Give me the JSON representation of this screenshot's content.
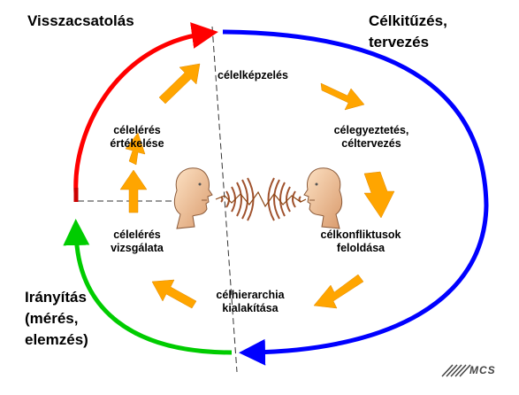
{
  "corners": {
    "top_left": "Visszacsatolás",
    "top_right_1": "Célkitűzés,",
    "top_right_2": "tervezés",
    "bottom_left_1": "Irányítás",
    "bottom_left_2": "(mérés,",
    "bottom_left_3": "elemzés)"
  },
  "steps": {
    "celkepzeles": "célelképzelés",
    "egyeztetes_1": "célegyeztetés,",
    "egyeztetes_2": "céltervezés",
    "konfliktus_1": "célkonfliktusok",
    "konfliktus_2": "feloldása",
    "hierarchia_1": "célhierarchia",
    "hierarchia_2": "kialakítása",
    "vizsgalat_1": "célelérés",
    "vizsgalat_2": "vizsgálata",
    "ertekeles_1": "célelérés",
    "ertekeles_2": "értékelése"
  },
  "logo": "MCS",
  "colors": {
    "feedback": "#ff0000",
    "planning": "#0000ff",
    "control": "#00cc00",
    "inner_arrows": "#ffa500",
    "face": "#f2c9a0",
    "waves": "#a0522d"
  }
}
